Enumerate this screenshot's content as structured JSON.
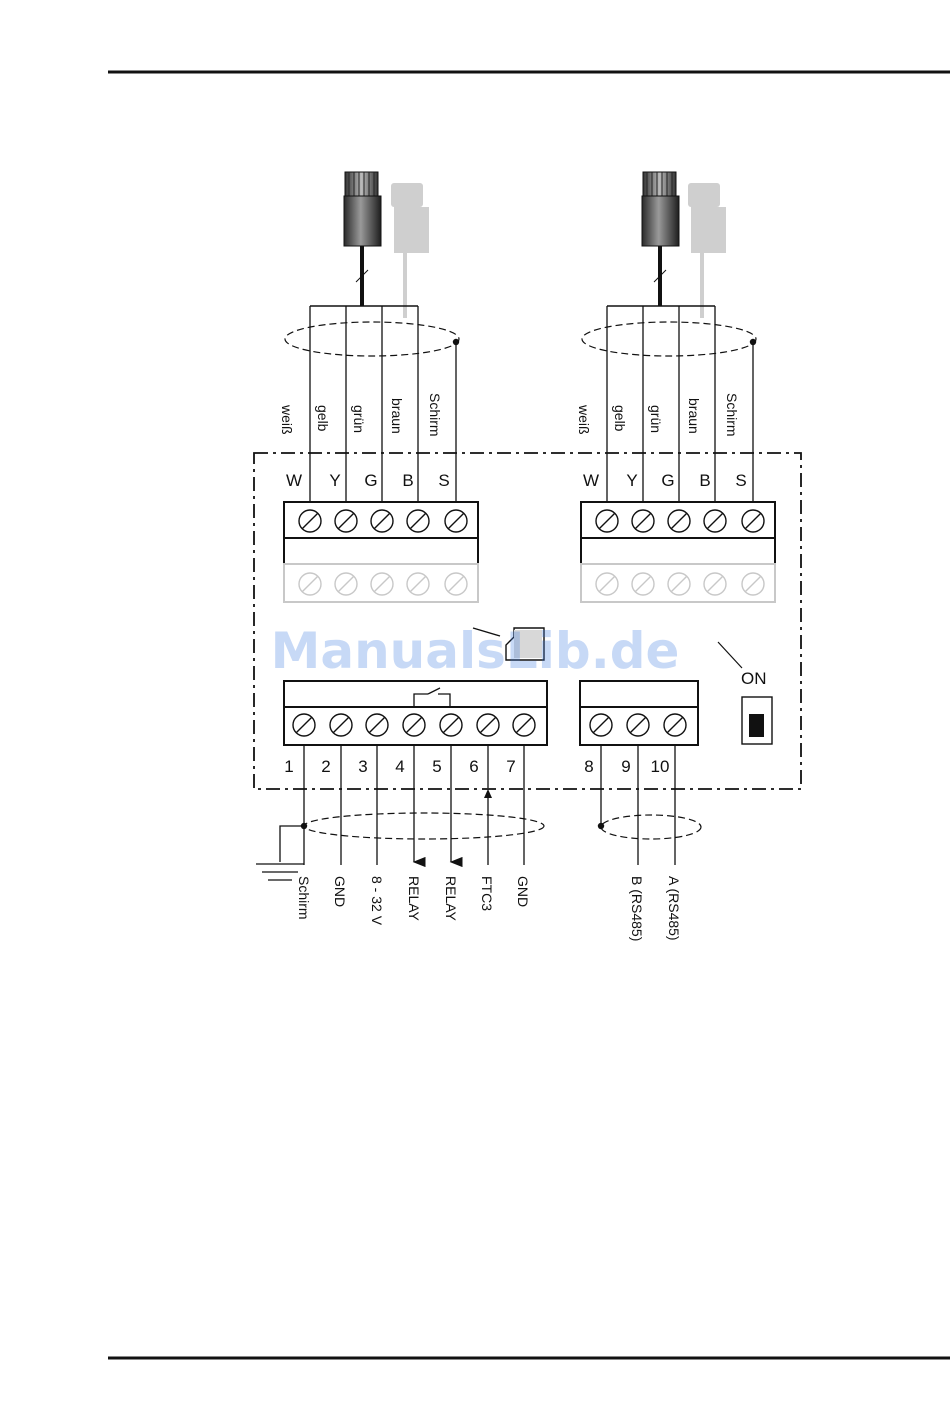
{
  "sensor_left": {
    "wire_labels": [
      "weiß",
      "gelb",
      "grün",
      "braun",
      "Schirm"
    ],
    "terminal_letters": [
      "W",
      "Y",
      "G",
      "B",
      "S"
    ]
  },
  "sensor_right": {
    "wire_labels": [
      "weiß",
      "gelb",
      "grün",
      "braun",
      "Schirm"
    ],
    "terminal_letters": [
      "W",
      "Y",
      "G",
      "B",
      "S"
    ]
  },
  "terminals_main": {
    "numbers": [
      "1",
      "2",
      "3",
      "4",
      "5",
      "6",
      "7"
    ],
    "outputs": [
      "Schirm",
      "GND",
      "8 - 32 V",
      "RELAY",
      "RELAY",
      "FTC3",
      "GND"
    ]
  },
  "terminals_rs485": {
    "numbers": [
      "8",
      "9",
      "10"
    ],
    "outputs": [
      "B (RS485)",
      "A (RS485)"
    ]
  },
  "switch": {
    "label": "ON"
  },
  "watermark": "ManualsLib.de",
  "colors": {
    "line": "#111111",
    "ghost": "#c8c8c8",
    "watermark": "#3a78e0"
  }
}
